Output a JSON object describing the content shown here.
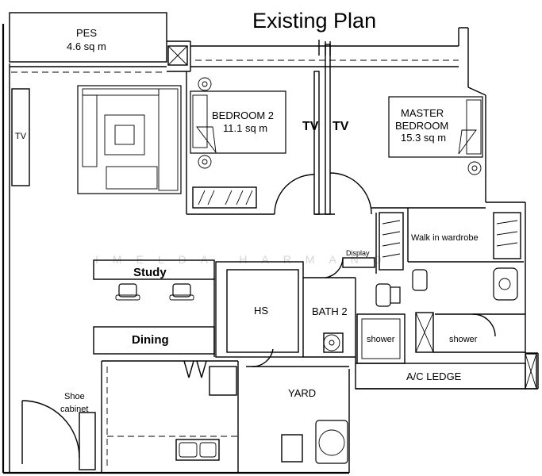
{
  "title": "Existing Plan",
  "watermark": "IMELDA HARMANO",
  "rooms": {
    "pes_name": "PES",
    "pes_area": "4.6 sq m",
    "bedroom2_name": "BEDROOM 2",
    "bedroom2_area": "11.1 sq m",
    "master_name_line1": "MASTER",
    "master_name_line2": "BEDROOM",
    "master_area": "15.3 sq m",
    "walk_in": "Walk in wardrobe",
    "display": "Display",
    "study": "Study",
    "dining": "Dining",
    "hs": "HS",
    "bath2": "BATH 2",
    "shower_left": "shower",
    "shower_right": "shower",
    "ac_ledge": "A/C LEDGE",
    "yard": "YARD",
    "shoe_line1": "Shoe",
    "shoe_line2": "cabinet"
  },
  "tv_labels": {
    "living": "TV",
    "bedroom2": "TV",
    "master": "TV"
  }
}
